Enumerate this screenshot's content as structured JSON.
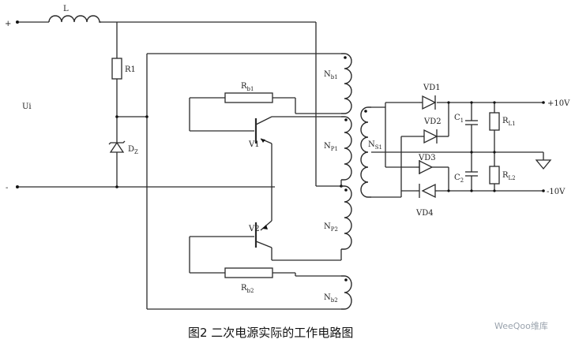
{
  "caption": "图2 二次电源实际的工作电路图",
  "watermark": "WeeQoo维库",
  "input": {
    "plus": "+",
    "minus": "-",
    "label": "Ui"
  },
  "components": {
    "L": "L",
    "R1": "R1",
    "DZ": {
      "main": "D",
      "sub": "Z"
    },
    "Rb1": {
      "main": "R",
      "sub": "b1"
    },
    "Rb2": {
      "main": "R",
      "sub": "b2"
    },
    "V1": "V1",
    "V2": "V2",
    "Nb1": {
      "main": "N",
      "sub": "b1"
    },
    "Np1": {
      "main": "N",
      "sub": "P1"
    },
    "Np2": {
      "main": "N",
      "sub": "P2"
    },
    "Nb2": {
      "main": "N",
      "sub": "b2"
    },
    "Ns1": {
      "main": "N",
      "sub": "S1"
    },
    "VD1": "VD1",
    "VD2": "VD2",
    "VD3": "VD3",
    "VD4": "VD4",
    "C1": {
      "main": "C",
      "sub": "1"
    },
    "C2": {
      "main": "C",
      "sub": "2"
    },
    "RL1": {
      "main": "R",
      "sub": "L1"
    },
    "RL2": {
      "main": "R",
      "sub": "L2"
    }
  },
  "outputs": {
    "pos": "+10V",
    "neg": "-10V"
  }
}
